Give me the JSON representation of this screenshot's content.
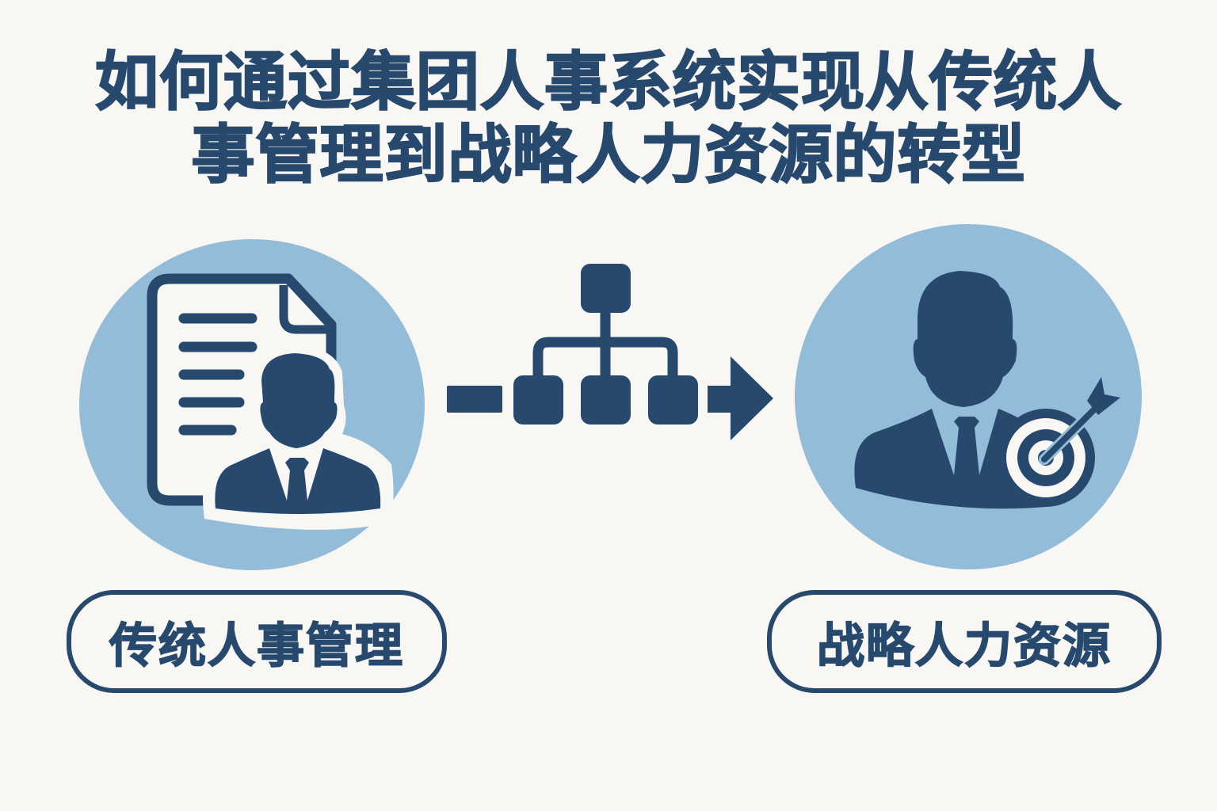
{
  "title": {
    "line1": "如何通过集团人事系统实现从传统人",
    "line2": "事管理到战略人力资源的转型"
  },
  "left": {
    "icon": "document-person-icon",
    "label": "传统人事管理"
  },
  "middle": {
    "icon": "org-chart-arrow-icon"
  },
  "right": {
    "icon": "person-target-icon",
    "label": "战略人力资源"
  },
  "colors": {
    "primary": "#26496d",
    "circle": "#93bcd9",
    "background": "#f8f7f3"
  }
}
